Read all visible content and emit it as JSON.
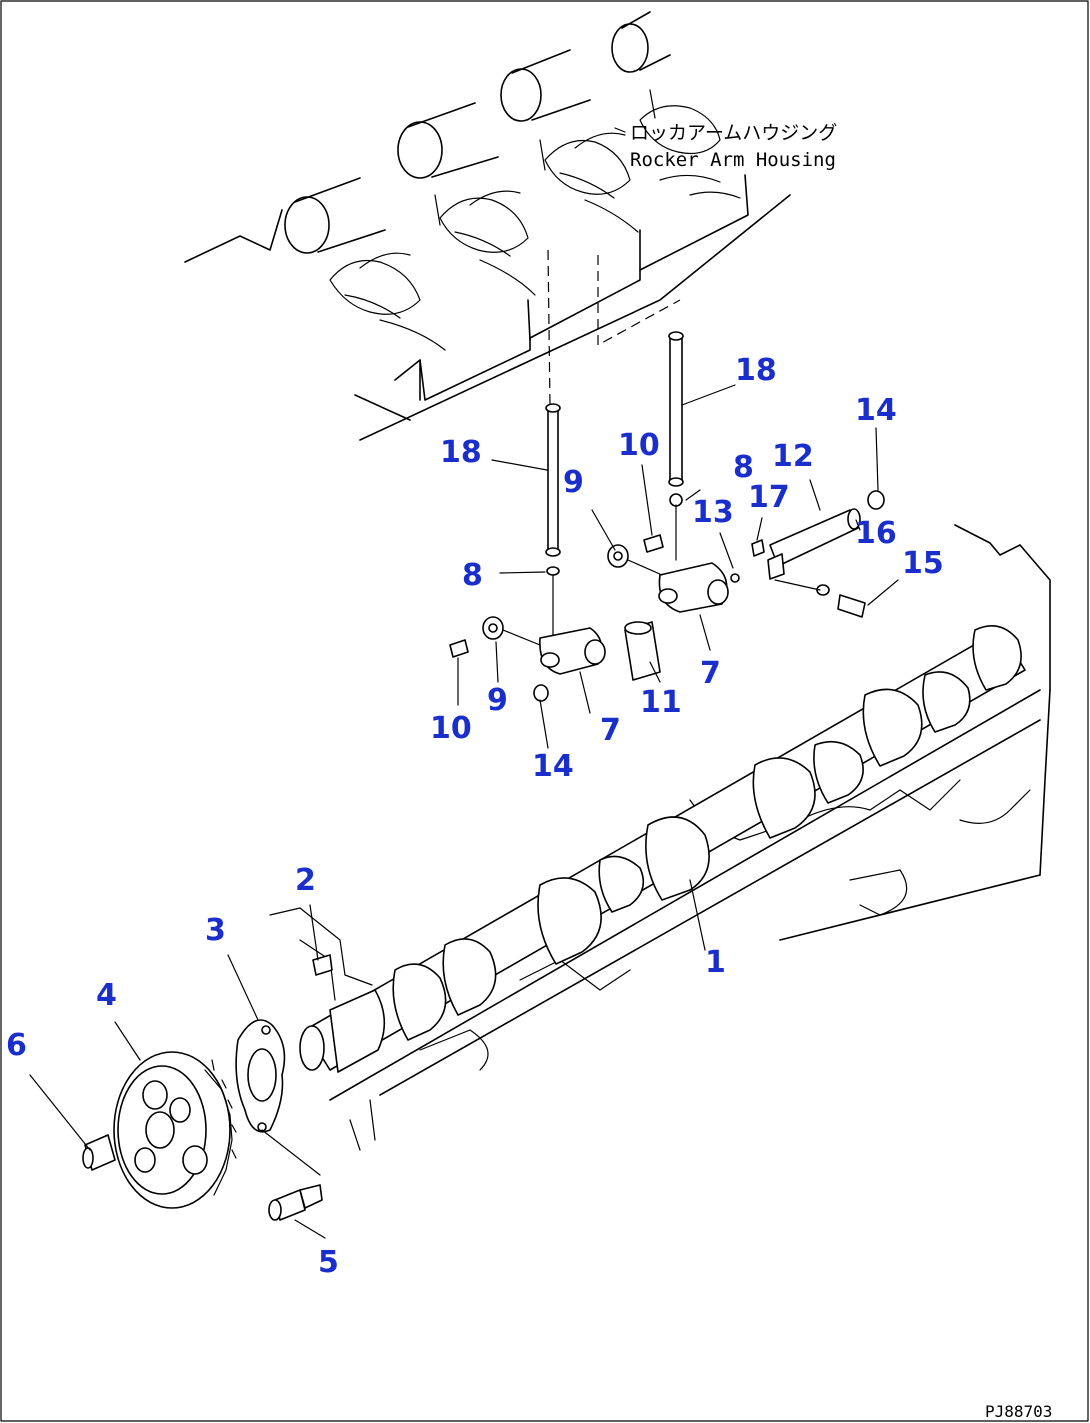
{
  "labels": {
    "housing_jp": "ロッカアームハウジング",
    "housing_en": "Rocker Arm Housing",
    "drawing_code": "PJ88703"
  },
  "callouts": [
    "1",
    "2",
    "3",
    "4",
    "5",
    "6",
    "7",
    "7",
    "8",
    "8",
    "9",
    "9",
    "10",
    "10",
    "11",
    "12",
    "13",
    "14",
    "14",
    "15",
    "16",
    "17",
    "18",
    "18"
  ],
  "colors": {
    "callout": "#1a2ecc",
    "line": "#000000"
  }
}
